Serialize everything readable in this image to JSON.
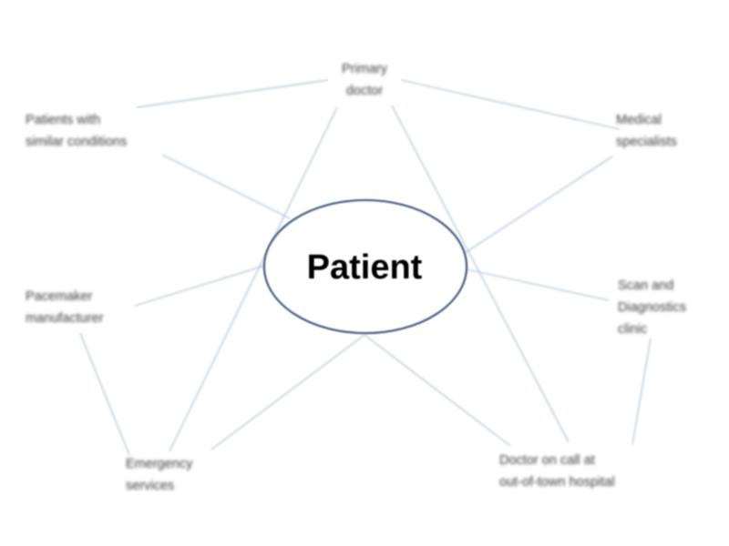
{
  "center": {
    "label": "Patient"
  },
  "nodes": [
    {
      "id": "primary",
      "label": "Primary\ndoctor"
    },
    {
      "id": "specialists",
      "label": "Medical\nspecialists"
    },
    {
      "id": "scan",
      "label": "Scan and\nDiagnostics\nclinic"
    },
    {
      "id": "doctor_call",
      "label": "Doctor on call at\nout-of-town hospital"
    },
    {
      "id": "emergency",
      "label": "Emergency\nservices"
    },
    {
      "id": "pacemaker",
      "label": "Pacemaker\nmanufacturer"
    },
    {
      "id": "similar",
      "label": "Patients with\nsimilar conditions"
    }
  ],
  "colors": {
    "connector": "#b9c9dc",
    "ellipse_stroke": "#51698f",
    "text": "#3c3c3c"
  }
}
